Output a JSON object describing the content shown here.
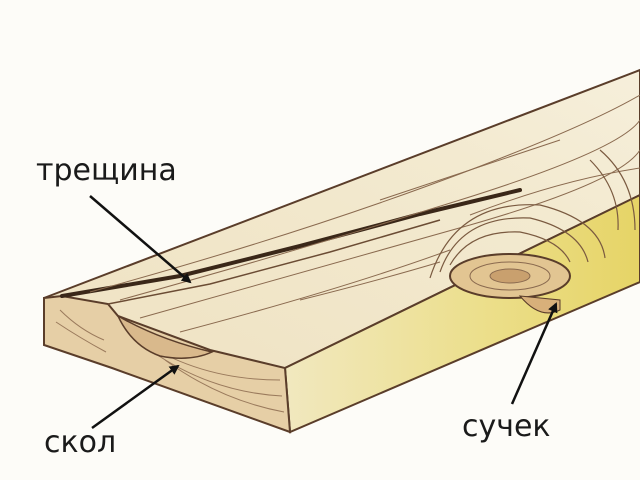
{
  "labels": {
    "crack": "трещина",
    "chip": "скол",
    "knot": "сучек"
  },
  "colors": {
    "background": "#fdfcf8",
    "wood_top": "#efe3bd",
    "wood_face": "#e9d977",
    "wood_end": "#e3c9a0",
    "outline": "#5a3d2a",
    "grain": "#8a6a4f",
    "arrow": "#111111"
  }
}
